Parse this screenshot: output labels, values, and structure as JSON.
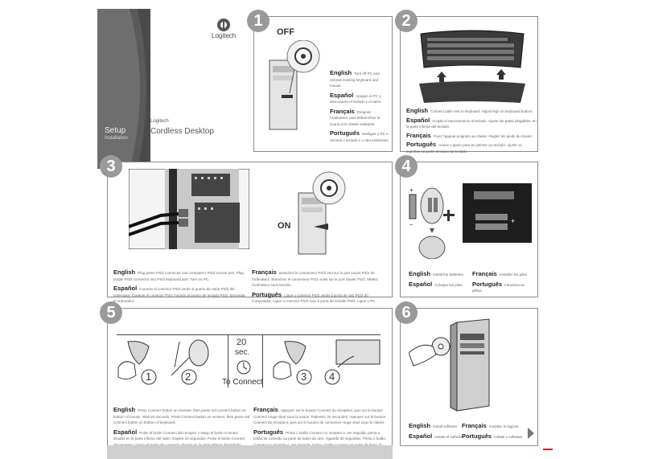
{
  "cover": {
    "logo": "Logitech",
    "setup": "Setup",
    "installation": "Installation",
    "brand": "Logitech",
    "product": "Cordless Desktop"
  },
  "steps": [
    {
      "number": "1",
      "label": "OFF",
      "text": [
        {
          "lang": "English",
          "body": "Turn off PC and remove existing keyboard and mouse."
        },
        {
          "lang": "Español",
          "body": "Apague el PC y desconecte el teclado y el ratón."
        },
        {
          "lang": "Français",
          "body": "Eteignez l'ordinateur, puis débranchez la souris et le clavier existants."
        },
        {
          "lang": "Português",
          "body": "Desligue o PC e remova o teclado e o rato existentes."
        }
      ]
    },
    {
      "number": "2",
      "text": [
        {
          "lang": "English",
          "body": "Connect palm rest to keyboard. Adjust legs on keyboard bottom."
        },
        {
          "lang": "Español",
          "body": "Acople el reposamanos al teclado. Ajuste las patas plegables, en la parte inferior del teclado."
        },
        {
          "lang": "Français",
          "body": "Fixez l'appuie-poignets au clavier. Réglez les pieds du clavier."
        },
        {
          "lang": "Português",
          "body": "Anexe o apoio para as palmas ao teclado. Ajuste os suportes na parte de baixo do teclado."
        }
      ]
    },
    {
      "number": "3",
      "label": "ON",
      "text": [
        {
          "lang": "English",
          "body": "Plug green PS/2 connector into computer's PS/2 mouse port. Plug purple PS/2 connector into PS/2 keyboard port. Turn on PC."
        },
        {
          "lang": "Español",
          "body": "Conecte el conector PS/2 verde al puerto de ratón PS/2 del ordenador. Conecte el conector PS/2 morado al puerto de teclado PS/2. Encienda el ordenador."
        },
        {
          "lang": "Français",
          "body": "Branchez le connecteur PS/2 vert sur le port souris PS/2 de l'ordinateur. Branchez le connecteur PS/2 violet sur le port clavier PS/2. Mettez l'ordinateur sous tension."
        },
        {
          "lang": "Português",
          "body": "Ligue o conector PS/2 verde à porta de rato PS/2 do computador. Ligue o conector PS/2 roxo à porta de teclado PS/2. Ligue o PC."
        }
      ]
    },
    {
      "number": "4",
      "text": [
        {
          "lang": "English",
          "body": "Install the batteries."
        },
        {
          "lang": "Français",
          "body": "Installez les piles."
        },
        {
          "lang": "Español",
          "body": "Coloque las pilas."
        },
        {
          "lang": "Português",
          "body": "Introduza as pilhas."
        }
      ]
    },
    {
      "number": "5",
      "seconds": "20",
      "sec_label": "sec.",
      "connect": "To Connect",
      "seq": [
        "1",
        "2",
        "3",
        "4"
      ],
      "text": [
        {
          "lang": "English",
          "body": "Press Connect button on receiver, then press red connect button on bottom of mouse. Wait 20 seconds. Press Connect button on receiver, then press red Connect button on bottom of keyboard."
        },
        {
          "lang": "Español",
          "body": "Pulse el botón Connect del receptor y luego el botón Connect situado en la parte inferior del ratón. Espere 20 segundos. Pulse el botón Connect del receptor y luego el botón de conexión situado en la parte inferior del teclado."
        },
        {
          "lang": "Français",
          "body": "Appuyez sur le bouton Connect du récepteur, puis sur le bouton Connect rouge situé sous la souris. Patientez 20 secondes. Appuyez sur le bouton Connect du récepteur, puis sur le bouton de connexion rouge situé sous le clavier."
        },
        {
          "lang": "Português",
          "body": "Prima o botão Connect no receptor e, em seguida, prima o botão de conexão na parte de baixo do rato. Aguarde 20 segundos. Prima o botão Connect no receptor e, em seguida, prima o botão Connect na parte de baixo do teclado."
        }
      ]
    },
    {
      "number": "6",
      "text": [
        {
          "lang": "English",
          "body": "Install software."
        },
        {
          "lang": "Français",
          "body": "Installez le logiciel."
        },
        {
          "lang": "Español",
          "body": "Instale el software."
        },
        {
          "lang": "Português",
          "body": "Instale o software."
        }
      ]
    }
  ],
  "colors": {
    "accent_gray": "#9a9a9a",
    "dark_gray": "#5a5a5a",
    "red_mark": "#cc2222"
  }
}
